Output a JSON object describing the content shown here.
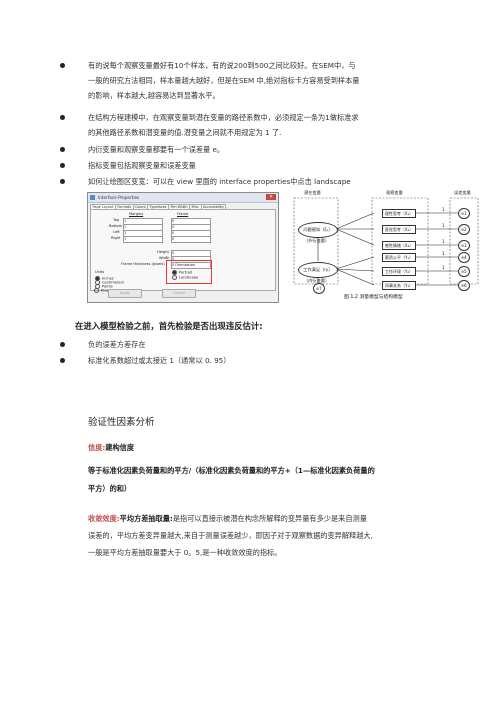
{
  "bullets": [
    {
      "lines": [
        "有的说每个观察变量最好有10个样本，有的说200到500之间比较好。在SEM中，与",
        "一般的研究方法相同，样本量越大越好，但是在SEM 中,绝对指标卡方容易受到样本量",
        "的影响，样本越大,越容易达到显著水平。"
      ]
    },
    {
      "lines": [
        "在结构方程建模中，在观察变量到潜在变量的路径系数中，必须规定一条为1做标准求",
        "的其他路径系数和潜变量的值.潜变量之间就不用规定为 1 了."
      ]
    },
    {
      "lines": [
        "内衍变量和观察变量都要有一个误差量 e。"
      ]
    },
    {
      "lines": [
        "指标变量包括观察变量和误差变量"
      ]
    },
    {
      "lines": [
        "如何让绘图区变宽：可以在 view 里面的 interface properties中点击 landscape"
      ]
    }
  ],
  "dialog": {
    "title": "Interface Properties",
    "close": "×",
    "tabs": [
      "Page Layout",
      "Formats",
      "Colors",
      "Typefaces",
      "Pen Width",
      "Misc",
      "Accessibility"
    ],
    "margins_header": "Margins",
    "frame_header": "Frame",
    "margin_labels": [
      "Top",
      "Bottom",
      "Left",
      "Right"
    ],
    "margin_values": [
      "1",
      "1",
      "1",
      "1"
    ],
    "frame_values": [
      "0",
      "0",
      "0",
      "0"
    ],
    "size_labels": [
      "Height",
      "Width",
      "Frame thickness (pixels)"
    ],
    "size_values": [
      "0",
      "0",
      "0"
    ],
    "units_label": "Units",
    "units_options": [
      "Inches",
      "Centimeters",
      "Points",
      "Picas"
    ],
    "orientation_label": "Orientation",
    "orientation_options": [
      "Portrait",
      "Landscape"
    ],
    "apply_label": "Apply",
    "cancel_label": "Cancel"
  },
  "diagram": {
    "col_headers": [
      "潜在变量",
      "观察变量",
      "误差变量"
    ],
    "latent1": "问题感知（ξ₁）",
    "latent1_tag": "（外衍变量）",
    "latent2": "工作满足（η₁）",
    "latent2_tag": "（内衍变量）",
    "obs1": [
      "理性思考（X₁）",
      "直觉思考（X₂）",
      "感性情绪（X₃）"
    ],
    "obs2": [
      "薪资公平（Y₁）",
      "工作环境（Y₂）",
      "同事关系（Y₃）"
    ],
    "errors": [
      "e1",
      "e2",
      "e3",
      "e4",
      "e5",
      "e6"
    ],
    "e7": "e7",
    "ones": [
      "1",
      "1",
      "1",
      "1",
      "1"
    ],
    "caption": "图 1.2    测量模型与结构模型"
  },
  "heading1": "在进入模型检验之前，首先检验是否出现违反估计:",
  "bullets2": [
    "负的误差方差存在",
    "标准化系数超过或太接近 1（通常以 0. 95）"
  ],
  "heading2": "验证性因素分析",
  "construct_label": "信度:",
  "construct_rest": "建构信度",
  "formula_lines": [
    "等于标准化因素负荷量和的平方/（标准化因素负荷量和的平方+（1—标准化因素负荷量的",
    "平方）的和）"
  ],
  "convergent_label": "收敛效度:",
  "convergent_bold": "平均方差抽取量:",
  "convergent_lines": [
    "是指可以直接示被潜在构念所解释的变异量有多少是来自测量",
    "误差的，平均方差变异量越大,来自于测量误差越少，即因子对于观察数据的变异解释越大,",
    "一般是平均方差抽取量要大于 0。5,是一种收敛效度的指标。"
  ]
}
